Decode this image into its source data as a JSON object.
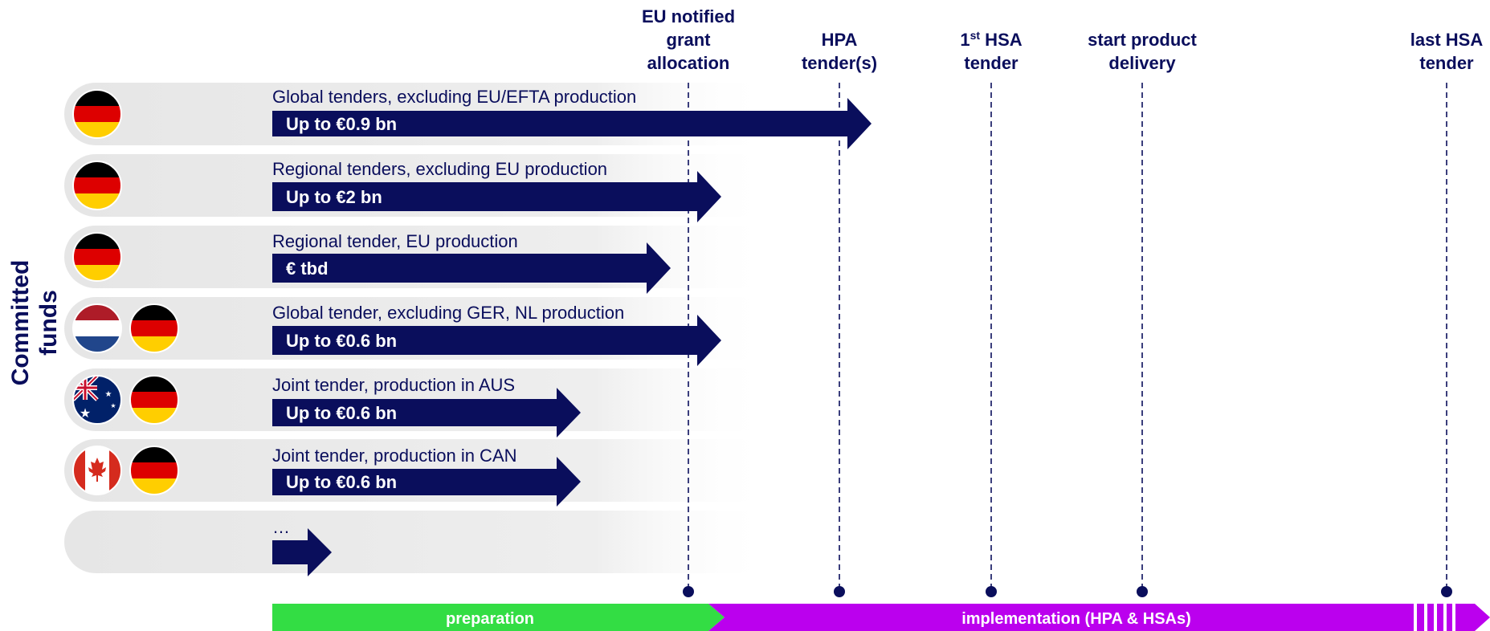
{
  "side_title": [
    "Committed",
    "funds"
  ],
  "milestones": [
    {
      "id": "eu-notified-grant-allocation",
      "lines": [
        "EU notified",
        "grant",
        "allocation"
      ],
      "sup": null
    },
    {
      "id": "hpa-tenders",
      "lines": [
        "HPA",
        "tender(s)"
      ],
      "sup": null
    },
    {
      "id": "first-hsa-tender",
      "lines": [
        "1",
        "tender"
      ],
      "sup": "st",
      "after_sup": " HSA"
    },
    {
      "id": "start-product-delivery",
      "lines": [
        "start product",
        "delivery"
      ],
      "sup": null
    },
    {
      "id": "last-hsa-tender",
      "lines": [
        "last HSA",
        "tender"
      ],
      "sup": null
    }
  ],
  "tenders": [
    {
      "title": "Global tenders, excluding EU/EFTA production",
      "amount": "Up to €0.9 bn",
      "flags": [
        "germany"
      ],
      "reaches": "hpa-tenders"
    },
    {
      "title": "Regional tenders, excluding EU production",
      "amount": "Up to €2 bn",
      "flags": [
        "germany"
      ],
      "reaches": "eu-notified-grant-allocation"
    },
    {
      "title": "Regional tender, EU production",
      "amount": "€ tbd",
      "flags": [
        "germany"
      ],
      "reaches": "before-eu-notified"
    },
    {
      "title": "Global tender, excluding GER, NL production",
      "amount": "Up to €0.6 bn",
      "flags": [
        "netherlands",
        "germany"
      ],
      "reaches": "eu-notified-grant-allocation"
    },
    {
      "title": "Joint tender, production in AUS",
      "amount": "Up to €0.6 bn",
      "flags": [
        "australia",
        "germany"
      ],
      "reaches": "preparation"
    },
    {
      "title": "Joint tender, production in CAN",
      "amount": "Up to €0.6 bn",
      "flags": [
        "canada",
        "germany"
      ],
      "reaches": "preparation"
    },
    {
      "title": "…",
      "amount": "",
      "flags": [],
      "reaches": "preparation-start"
    }
  ],
  "phases": [
    {
      "label": "preparation",
      "color": "#33dd44"
    },
    {
      "label": "implementation (HPA & HSAs)",
      "color": "#bb00ee"
    }
  ],
  "colors": {
    "navy": "#0a0e5c",
    "row_bg": "#ebebeb",
    "dashed_line": "#0a0e5c"
  }
}
